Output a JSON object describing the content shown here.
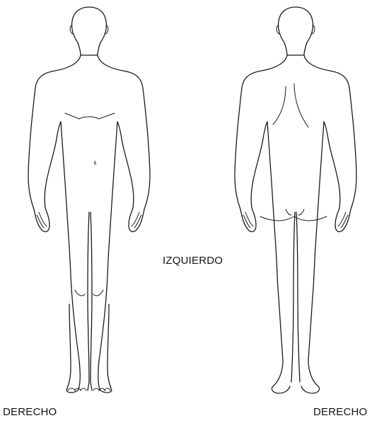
{
  "labels": {
    "center": "IZQUIERDO",
    "bottom_left": "DERECHO",
    "bottom_right": "DERECHO"
  },
  "figures": {
    "front": {
      "view": "front",
      "icon": "body-front-outline"
    },
    "back": {
      "view": "back",
      "icon": "body-back-outline"
    }
  },
  "colors": {
    "line": "#1a1a1a",
    "background": "#ffffff"
  }
}
